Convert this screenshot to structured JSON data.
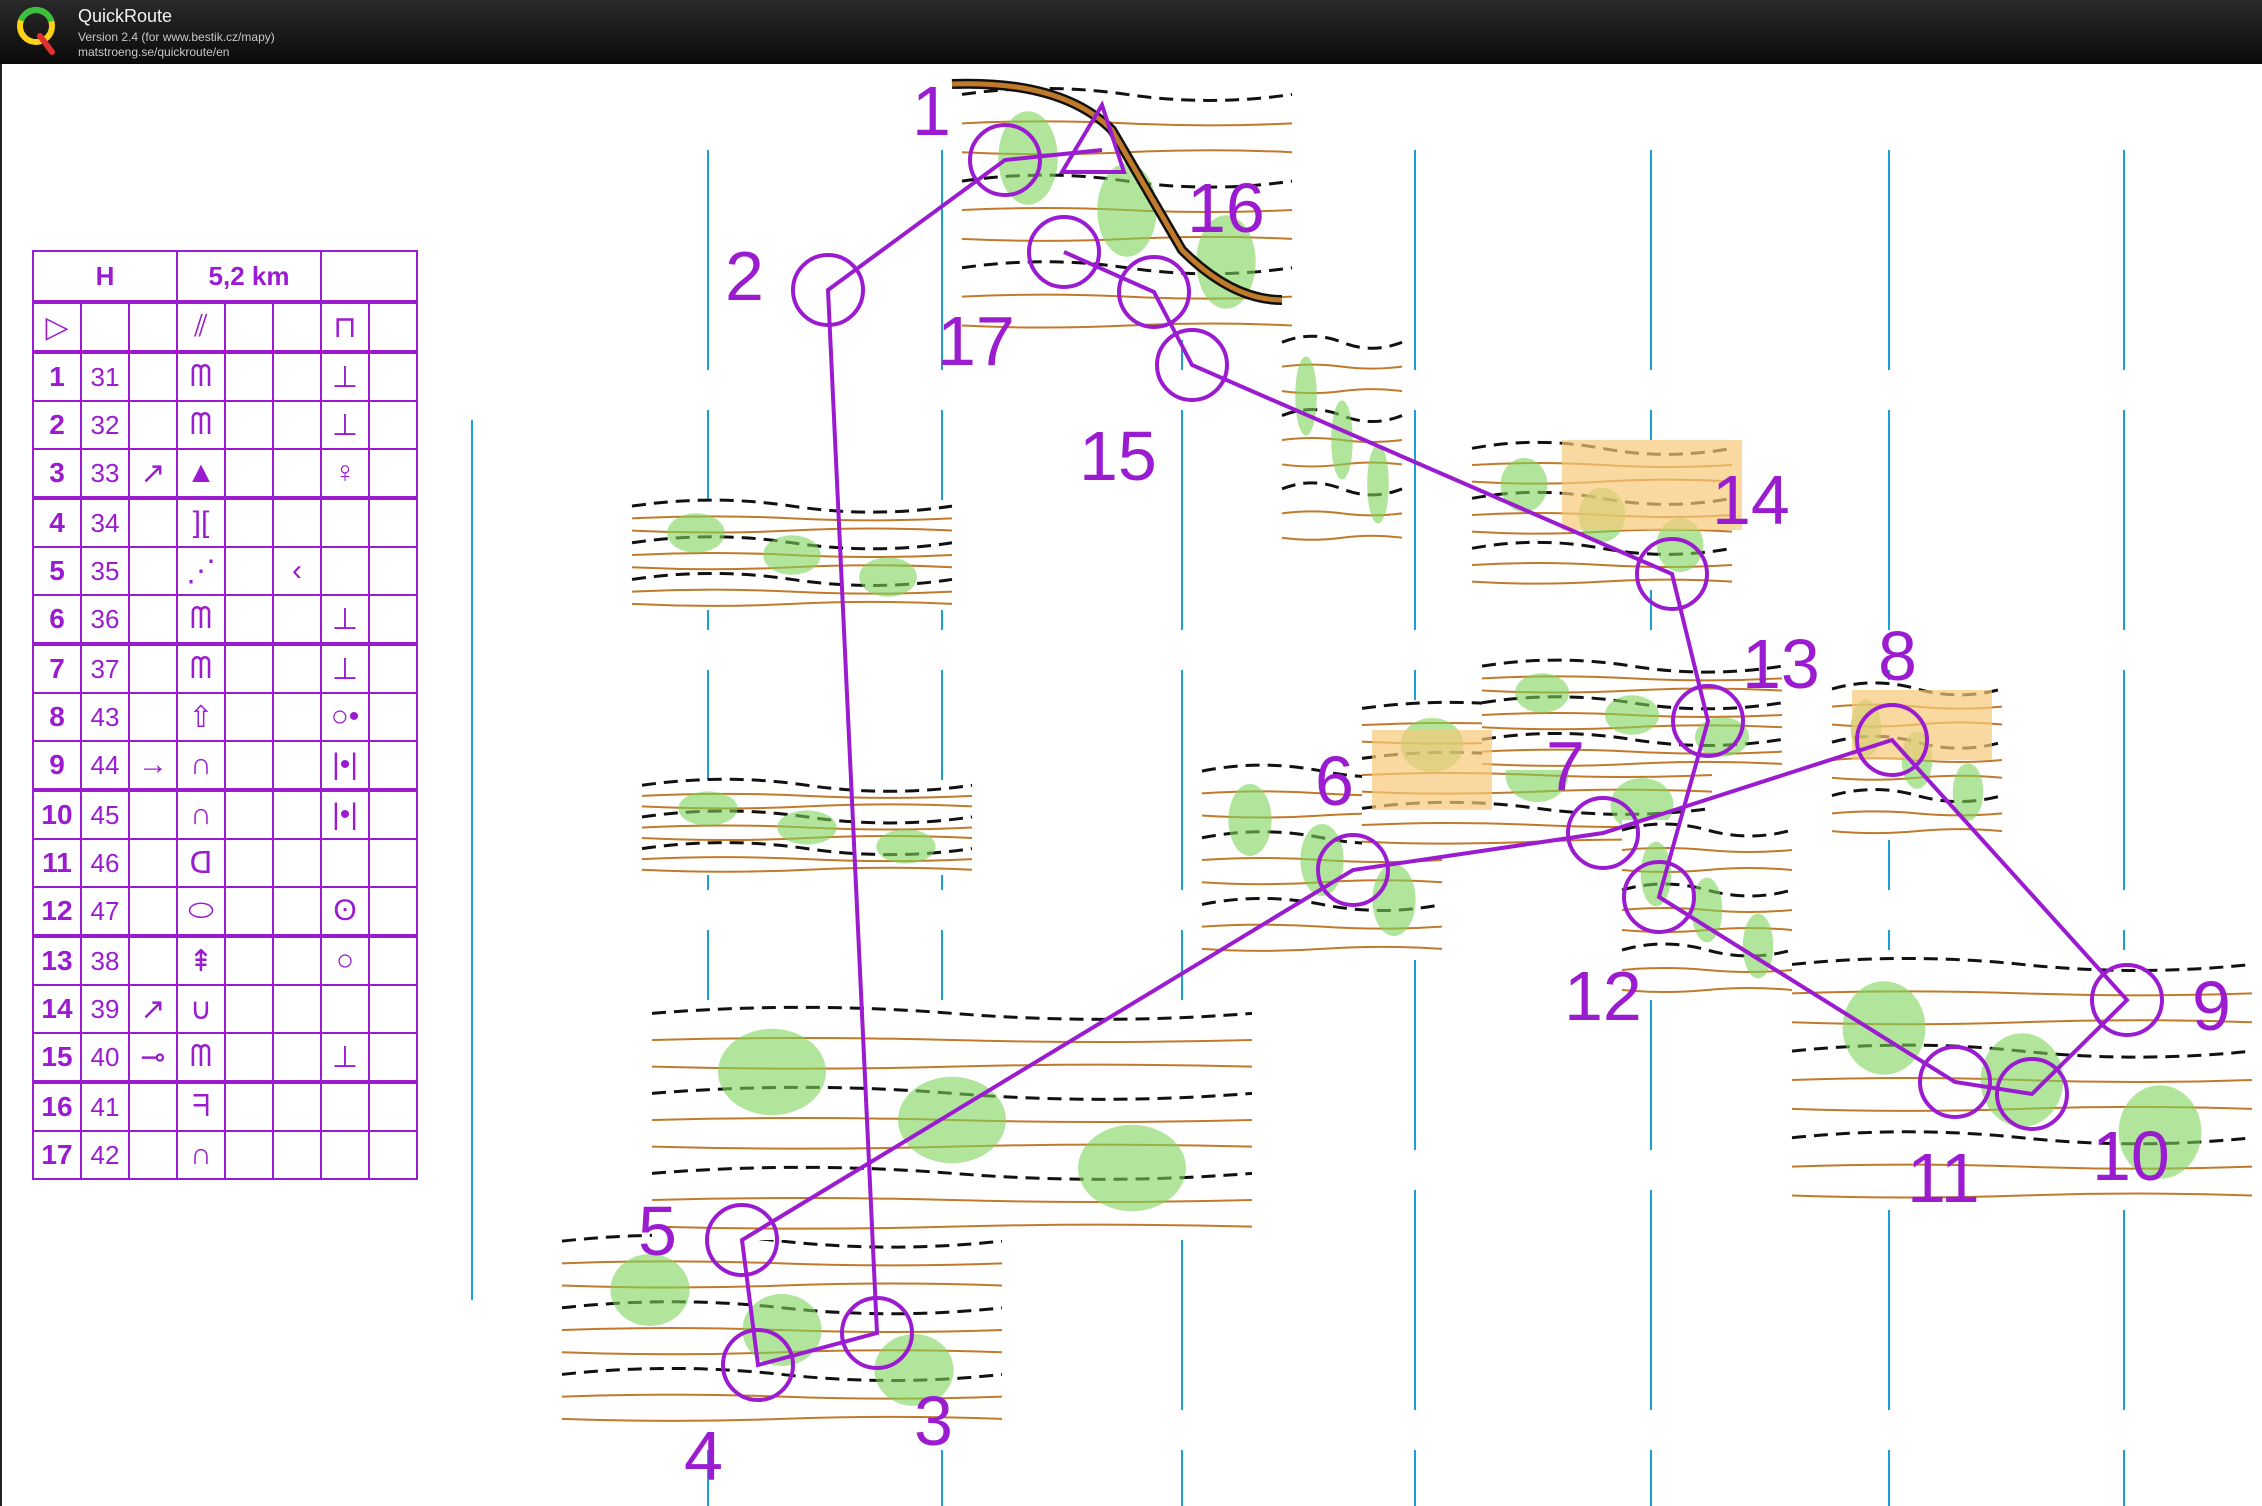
{
  "app": {
    "title": "QuickRoute",
    "version": "Version 2.4  (for www.bestik.cz/mapy)",
    "url": "matstroeng.se/quickroute/en"
  },
  "colors": {
    "course": "#9b1bd0",
    "magnetic_north": "#1aa0d8",
    "map_green": "#7dd35a",
    "map_brown": "#c07a2a",
    "map_yellow": "#f7c978",
    "map_black": "#111111"
  },
  "course": {
    "controls": [
      {
        "label": "1"
      },
      {
        "label": "2"
      },
      {
        "label": "3"
      },
      {
        "label": "4"
      },
      {
        "label": "5"
      },
      {
        "label": "6"
      },
      {
        "label": "7"
      },
      {
        "label": "8"
      },
      {
        "label": "9"
      },
      {
        "label": "10"
      },
      {
        "label": "11"
      },
      {
        "label": "12"
      },
      {
        "label": "13"
      },
      {
        "label": "14"
      },
      {
        "label": "15"
      },
      {
        "label": "16"
      },
      {
        "label": "17"
      }
    ]
  },
  "description": {
    "class": "H",
    "length": "5,2 km",
    "start_symbol": "▷",
    "rows": [
      {
        "num": "1",
        "code": "31",
        "dir": "",
        "feat": "ᗰ",
        "where": "",
        "extra": "⊥"
      },
      {
        "num": "2",
        "code": "32",
        "dir": "",
        "feat": "ᗰ",
        "where": "",
        "extra": "⊥"
      },
      {
        "num": "3",
        "code": "33",
        "dir": "↗",
        "feat": "▲",
        "where": "",
        "extra": "♀"
      },
      {
        "num": "4",
        "code": "34",
        "dir": "",
        "feat": "][",
        "where": "",
        "extra": ""
      },
      {
        "num": "5",
        "code": "35",
        "dir": "",
        "feat": "⋰",
        "where": "‹",
        "extra": ""
      },
      {
        "num": "6",
        "code": "36",
        "dir": "",
        "feat": "ᗰ",
        "where": "",
        "extra": "⊥"
      },
      {
        "num": "7",
        "code": "37",
        "dir": "",
        "feat": "ᗰ",
        "where": "",
        "extra": "⊥"
      },
      {
        "num": "8",
        "code": "43",
        "dir": "",
        "feat": "⇧",
        "where": "",
        "extra": "○•"
      },
      {
        "num": "9",
        "code": "44",
        "dir": "→",
        "feat": "∩",
        "where": "",
        "extra": "|•|"
      },
      {
        "num": "10",
        "code": "45",
        "dir": "",
        "feat": "∩",
        "where": "",
        "extra": "|•|"
      },
      {
        "num": "11",
        "code": "46",
        "dir": "",
        "feat": "ᗡ",
        "where": "",
        "extra": ""
      },
      {
        "num": "12",
        "code": "47",
        "dir": "",
        "feat": "⬭",
        "where": "",
        "extra": "ʘ"
      },
      {
        "num": "13",
        "code": "38",
        "dir": "",
        "feat": "⇞",
        "where": "",
        "extra": "○"
      },
      {
        "num": "14",
        "code": "39",
        "dir": "↗",
        "feat": "∪",
        "where": "",
        "extra": ""
      },
      {
        "num": "15",
        "code": "40",
        "dir": "⊸",
        "feat": "ᗰ",
        "where": "",
        "extra": "⊥"
      },
      {
        "num": "16",
        "code": "41",
        "dir": "",
        "feat": "ᖷ",
        "where": "",
        "extra": ""
      },
      {
        "num": "17",
        "code": "42",
        "dir": "",
        "feat": "∩",
        "where": "",
        "extra": ""
      }
    ]
  }
}
